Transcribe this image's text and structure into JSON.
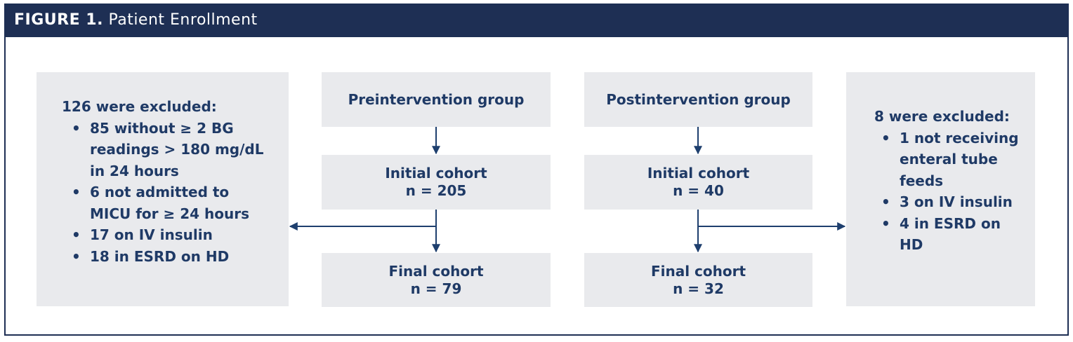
{
  "figure": {
    "label": "FIGURE 1.",
    "title": "Patient Enrollment"
  },
  "left_exclusion": {
    "heading": "126 were excluded:",
    "items": [
      "85 without ≥ 2 BG readings > 180 mg/dL in 24 hours",
      "6 not admitted to MICU for ≥ 24 hours",
      "17 on IV insulin",
      "18 in ESRD on HD"
    ]
  },
  "pre_group": {
    "title": "Preintervention group",
    "initial_label": "Initial cohort",
    "initial_n": "n = 205",
    "final_label": "Final cohort",
    "final_n": "n = 79"
  },
  "post_group": {
    "title": "Postintervention group",
    "initial_label": "Initial cohort",
    "initial_n": "n = 40",
    "final_label": "Final cohort",
    "final_n": "n = 32"
  },
  "right_exclusion": {
    "heading": "8 were excluded:",
    "items": [
      "1 not receiving enteral tube feeds",
      "3 on IV insulin",
      "4 in ESRD on HD"
    ]
  },
  "colors": {
    "header_bg": "#1e2f54",
    "box_fill": "#e9eaed",
    "text": "#1f3a66",
    "arrow": "#1e3f6e"
  }
}
